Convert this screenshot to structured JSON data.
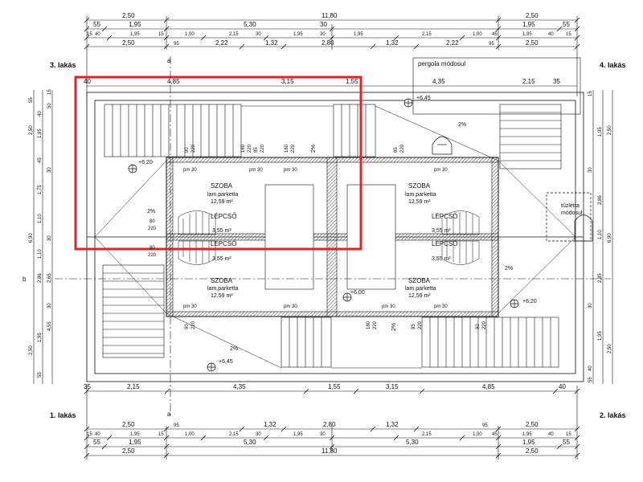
{
  "apartments": {
    "top_left": "3. lakás",
    "top_right": "4. lakás",
    "bottom_left": "1. lakás",
    "bottom_right": "2. lakás"
  },
  "notes": {
    "pergola": "pergola módosul",
    "ladder_1": "tűzlétra",
    "ladder_2": "módosul"
  },
  "section_marks": {
    "a": "a",
    "b": "b"
  },
  "dims_top": {
    "row1": [
      "2,50",
      "11,80",
      "2,50"
    ],
    "row2": [
      "55",
      "1,95",
      "5,30",
      "30",
      "1,95",
      "55"
    ],
    "row3": [
      "15",
      "40",
      "1,95",
      "15",
      "1,00",
      "2,15",
      "30",
      "1,95",
      "30",
      "1,95",
      "2,15",
      "1,00",
      "45",
      "1,95",
      "40",
      "15"
    ],
    "row4": [
      "2,50",
      "95",
      "2,22",
      "1,32",
      "2,80",
      "1,32",
      "2,22",
      "95",
      "2,50"
    ],
    "row5": [
      "40",
      "4,85",
      "3,15",
      "1,55",
      "4,35",
      "2,15",
      "35"
    ]
  },
  "dims_bottom": {
    "row5": [
      "35",
      "2,15",
      "4,35",
      "1,55",
      "3,15",
      "4,85",
      "40"
    ],
    "row4": [
      "2,50",
      "95",
      "1,32",
      "2,80",
      "1,32",
      "95",
      "2,50"
    ],
    "row3": [
      "15",
      "40",
      "1,95",
      "15",
      "1,00",
      "2,15",
      "30",
      "1,95",
      "30",
      "2,15",
      "1,00",
      "45",
      "1,95",
      "40",
      "15"
    ],
    "row2": [
      "55",
      "1,95",
      "5,30",
      "5,30",
      "1,95",
      "55"
    ],
    "row1": [
      "2,50",
      "11,80",
      "2,50"
    ]
  },
  "dims_left": [
    "55",
    "15",
    "50",
    "40",
    "1,95",
    "2,50",
    "45",
    "30",
    "1,75",
    "6,90",
    "1,10",
    "30",
    "2,86",
    "2,65",
    "1,10",
    "30",
    "1,95",
    "2,50",
    "4,55",
    "55"
  ],
  "dims_right": [
    "15",
    "1,95",
    "2,50",
    "30",
    "2,86",
    "6,90",
    "1,10",
    "2,85",
    "30",
    "1,95",
    "2,50",
    "40",
    "55"
  ],
  "rooms": [
    {
      "name": "SZOBA",
      "floor": "lam.parketta",
      "area": "12,59 m²"
    },
    {
      "name": "SZOBA",
      "floor": "lam.parketta",
      "area": "12,59 m²"
    },
    {
      "name": "SZOBA",
      "floor": "lam.parketta",
      "area": "12,59 m²"
    },
    {
      "name": "SZOBA",
      "floor": "lam.parketta",
      "area": "12,59 m²"
    },
    {
      "name": "LÉPCSŐ",
      "area": "3,55 m²"
    },
    {
      "name": "LÉPCSŐ",
      "area": "3,55 m²"
    },
    {
      "name": "LÉPCSŐ",
      "area": "3,55 m²"
    },
    {
      "name": "LÉPCSŐ",
      "area": "3,55 m²"
    }
  ],
  "levels": [
    "+6,20",
    "+6,20",
    "+6,45",
    "+6,45",
    "+6,00"
  ],
  "slopes": [
    "2%",
    "2%",
    "2%",
    "2%",
    "2%",
    "2%"
  ],
  "window_codes": [
    "pm 30",
    "pm 30",
    "pm 30",
    "pm 30",
    "pm 30",
    "pm 30",
    "pm 30",
    "pm 30"
  ],
  "openings": [
    "80",
    "220",
    "80",
    "220",
    "90",
    "220",
    "180",
    "220",
    "85",
    "220",
    "180",
    "220",
    "85",
    "220",
    "90",
    "220",
    "180",
    "220",
    "85",
    "220",
    "90",
    "220"
  ],
  "colors": {
    "line": "#111111",
    "highlight": "#e0242a",
    "wall": "#555555"
  }
}
